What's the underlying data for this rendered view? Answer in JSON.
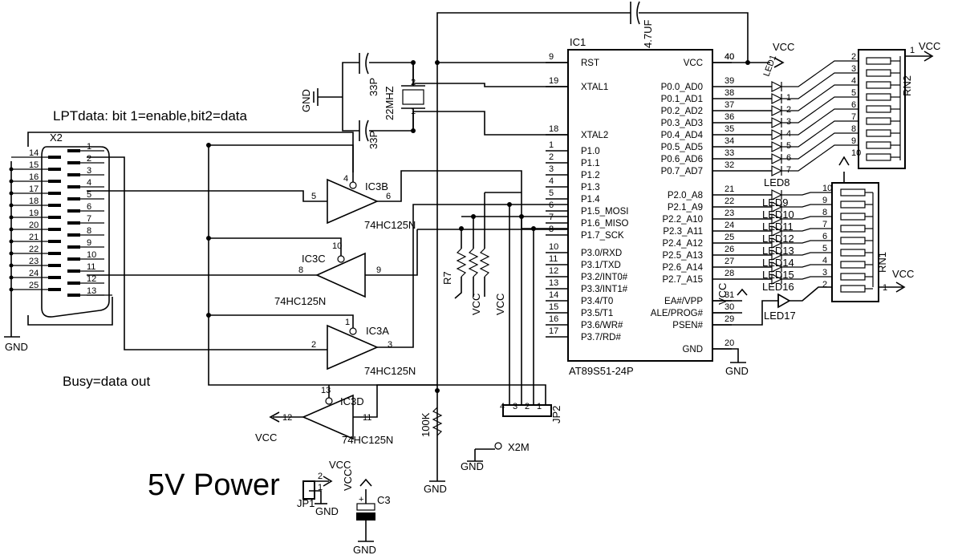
{
  "notes": {
    "lpt": "LPTdata: bit 1=enable,bit2=data",
    "busy": "Busy=data out",
    "power": "5V Power"
  },
  "mcu": {
    "ref": "IC1",
    "part": "AT89S51-24P",
    "left_pins": [
      {
        "num": "9",
        "name": "RST"
      },
      {
        "num": "19",
        "name": "XTAL1"
      },
      {
        "num": "18",
        "name": "XTAL2"
      },
      {
        "num": "1",
        "name": "P1.0"
      },
      {
        "num": "2",
        "name": "P1.1"
      },
      {
        "num": "3",
        "name": "P1.2"
      },
      {
        "num": "4",
        "name": "P1.3"
      },
      {
        "num": "5",
        "name": "P1.4"
      },
      {
        "num": "6",
        "name": "P1.5_MOSI"
      },
      {
        "num": "7",
        "name": "P1.6_MISO"
      },
      {
        "num": "8",
        "name": "P1.7_SCK"
      },
      {
        "num": "10",
        "name": "P3.0/RXD"
      },
      {
        "num": "11",
        "name": "P3.1/TXD"
      },
      {
        "num": "12",
        "name": "P3.2/INT0#"
      },
      {
        "num": "13",
        "name": "P3.3/INT1#"
      },
      {
        "num": "14",
        "name": "P3.4/T0"
      },
      {
        "num": "15",
        "name": "P3.5/T1"
      },
      {
        "num": "16",
        "name": "P3.6/WR#"
      },
      {
        "num": "17",
        "name": "P3.7/RD#"
      }
    ],
    "right_pins": [
      {
        "num": "40",
        "name": "VCC"
      },
      {
        "num": "39",
        "name": "P0.0_AD0"
      },
      {
        "num": "38",
        "name": "P0.1_AD1"
      },
      {
        "num": "37",
        "name": "P0.2_AD2"
      },
      {
        "num": "36",
        "name": "P0.3_AD3"
      },
      {
        "num": "35",
        "name": "P0.4_AD4"
      },
      {
        "num": "34",
        "name": "P0.5_AD5"
      },
      {
        "num": "33",
        "name": "P0.6_AD6"
      },
      {
        "num": "32",
        "name": "P0.7_AD7"
      },
      {
        "num": "21",
        "name": "P2.0_A8"
      },
      {
        "num": "22",
        "name": "P2.1_A9"
      },
      {
        "num": "23",
        "name": "P2.2_A10"
      },
      {
        "num": "24",
        "name": "P2.3_A11"
      },
      {
        "num": "25",
        "name": "P2.4_A12"
      },
      {
        "num": "26",
        "name": "P2.5_A13"
      },
      {
        "num": "27",
        "name": "P2.6_A14"
      },
      {
        "num": "28",
        "name": "P2.7_A15"
      },
      {
        "num": "31",
        "name": "EA#/VPP"
      },
      {
        "num": "30",
        "name": "ALE/PROG#"
      },
      {
        "num": "29",
        "name": "PSEN#"
      },
      {
        "num": "20",
        "name": "GND"
      }
    ]
  },
  "buffers": [
    {
      "ref": "IC3B",
      "part": "74HC125N",
      "in": "5",
      "out": "6",
      "en": "4"
    },
    {
      "ref": "IC3C",
      "part": "74HC125N",
      "in": "9",
      "out": "8",
      "en": "10"
    },
    {
      "ref": "IC3A",
      "part": "74HC125N",
      "in": "2",
      "out": "3",
      "en": "1"
    },
    {
      "ref": "IC3D",
      "part": "74HC125N",
      "in": "11",
      "out": "12",
      "en": "13"
    }
  ],
  "dsub": {
    "ref": "X2",
    "left_pins": [
      "14",
      "15",
      "16",
      "17",
      "18",
      "19",
      "20",
      "21",
      "22",
      "23",
      "24",
      "25"
    ],
    "right_pins": [
      "1",
      "2",
      "3",
      "4",
      "5",
      "6",
      "7",
      "8",
      "9",
      "10",
      "11",
      "12",
      "13"
    ]
  },
  "crystal": {
    "label": "22MHZ",
    "c1": "33P",
    "c2": "33P",
    "p1": "1",
    "p2": "2"
  },
  "cap_top": "4.7UF",
  "rn2": {
    "ref": "RN2",
    "pins": [
      "2",
      "3",
      "4",
      "5",
      "6",
      "7",
      "8",
      "9",
      "10"
    ],
    "common": "1"
  },
  "rn1": {
    "ref": "RN1",
    "pins": [
      "10",
      "9",
      "8",
      "7",
      "6",
      "5",
      "4",
      "3",
      "2"
    ],
    "common": "1"
  },
  "leds_p0": {
    "top_label": "LED1",
    "bottom_label": "LED8",
    "pin_marks": [
      "1",
      "2",
      "3",
      "4",
      "5",
      "6",
      "7"
    ]
  },
  "leds_p2": {
    "labels": [
      "LED9",
      "LED10",
      "LED11",
      "LED12",
      "LED13",
      "LED14",
      "LED15",
      "LED16"
    ],
    "last": "LED17"
  },
  "resistors": {
    "r7": "R7",
    "r_bottom": "100K"
  },
  "jp2": {
    "ref": "JP2",
    "pins": [
      "4",
      "3",
      "2",
      "1"
    ]
  },
  "jp1": {
    "ref": "JP1",
    "pins": [
      "2",
      "1"
    ]
  },
  "c3": {
    "ref": "C3",
    "plus": "+"
  },
  "x2m": "X2M",
  "power": {
    "vcc": "VCC",
    "gnd": "GND"
  }
}
